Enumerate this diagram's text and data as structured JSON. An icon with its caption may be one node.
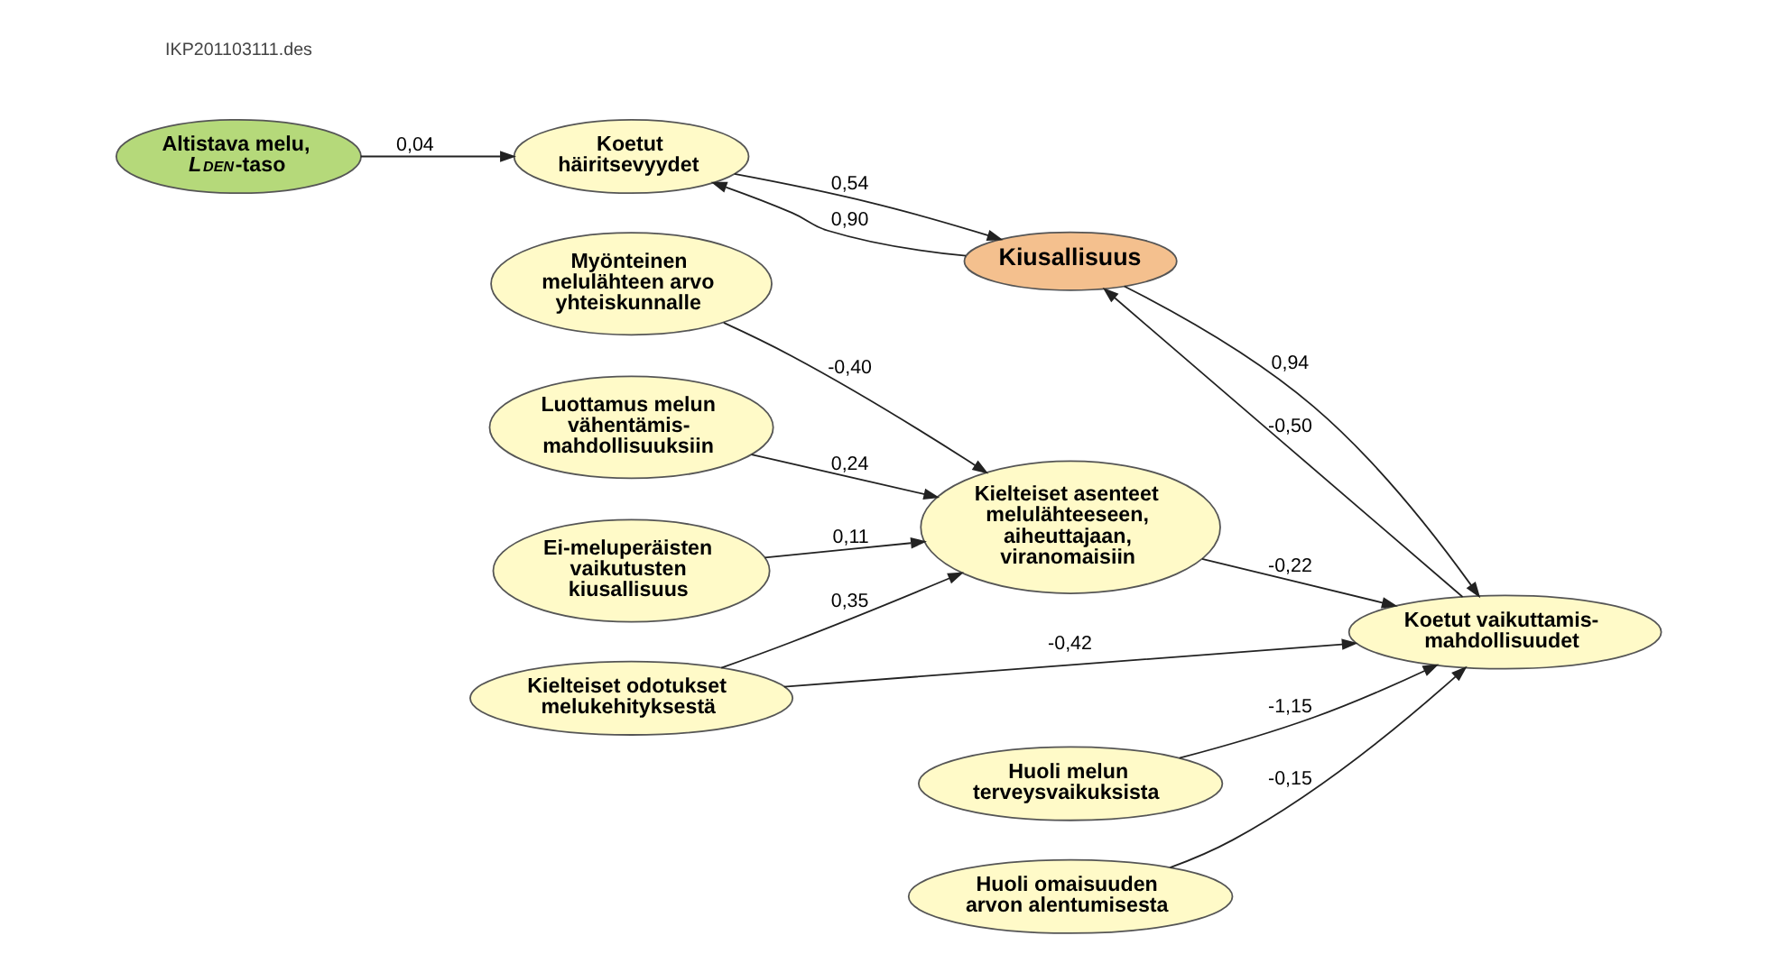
{
  "diagram": {
    "nodes": [
      {
        "text": [
          "Altistava melu, *L*$_{DEN}$-taso"
        ]
      },
      {
        "text": [
          "Koetut häiritsevyydet"
        ]
      },
      {
        "text": [
          "Kiusallisuus"
        ]
      },
      {
        "text": [
          "Myönteinen melulähteen arvo yhteiskunnalle"
        ]
      },
      {
        "text": [
          "Luottamus melun vähentämis- mahdollisuuksiin"
        ]
      },
      {
        "text": [
          "Ei-meluperäisten vaikutusten kiusallisuus"
        ]
      },
      {
        "text": [
          "Kielteiset asenteet melulähteeseen, aiheuttajaan, viranomaisiin"
        ]
      },
      {
        "text": [
          "Koetut vaikuttamis- mahdollisuudet"
        ]
      },
      {
        "text": [
          "Kielteiset odotukset melukehityksestä"
        ]
      },
      {
        "text": [
          "Huoli melun terveysvaikuksista"
        ]
      },
      {
        "text": [
          "Huoli omaisuuden arvon alentumisesta"
        ]
      }
    ],
    "edges": [
      {
        "from": 0,
        "to": 1,
        "arrow": "to",
        "label": "0,04"
      },
      {
        "from": 1,
        "to": 2,
        "arrow": "to",
        "label": "0,54"
      },
      {
        "from": 2,
        "to": 1,
        "arrow": "to",
        "label": "0,90"
      },
      {
        "from": 7,
        "to": 2,
        "arrow": "to",
        "label": "-0,50"
      },
      {
        "from": 2,
        "to": 7,
        "arrow": "to",
        "label": "0,94"
      },
      {
        "from": 3,
        "to": 6,
        "arrow": "to",
        "label": "-0,40"
      },
      {
        "from": 4,
        "to": 6,
        "arrow": "to",
        "label": "0,24"
      },
      {
        "from": 5,
        "to": 6,
        "arrow": "to",
        "label": "0,11"
      },
      {
        "from": 6,
        "to": 7,
        "arrow": "to",
        "label": "-0,22"
      },
      {
        "from": 8,
        "to": 6,
        "arrow": "to",
        "label": "0,35"
      },
      {
        "from": 8,
        "to": 7,
        "arrow": "to",
        "label": "-0,42"
      },
      {
        "from": 9,
        "to": 7,
        "arrow": "to",
        "label": "-1,15"
      },
      {
        "from": 10,
        "to": 7,
        "arrow": "to",
        "label": "-0,15"
      }
    ],
    "labels": [
      "IKP201103111.des"
    ]
  }
}
